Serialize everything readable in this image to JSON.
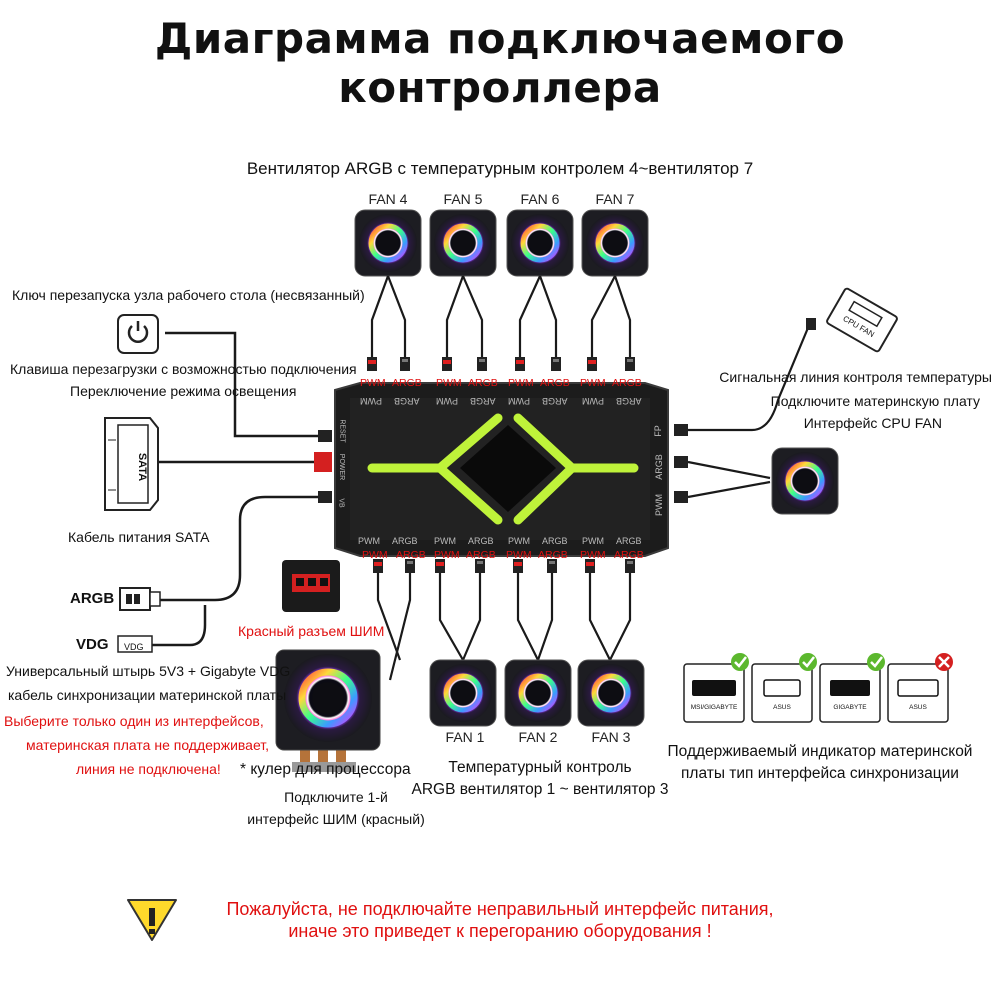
{
  "title": "Диаграмма подключаемого контроллера",
  "top_group": {
    "label": "Вентилятор ARGB с температурным контролем 4~вентилятор 7",
    "fans": [
      "FAN 4",
      "FAN 5",
      "FAN 6",
      "FAN 7"
    ]
  },
  "bottom_group": {
    "label_line1": "Температурный контроль",
    "label_line2": "ARGB вентилятор 1 ~ вентилятор 3",
    "fans": [
      "FAN 1",
      "FAN 2",
      "FAN 3"
    ]
  },
  "port_labels": {
    "pwm": "PWM",
    "argb": "ARGB"
  },
  "hub": {
    "top_ports": [
      "PWM",
      "ARGB",
      "PWM",
      "ARGB",
      "PWM",
      "ARGB",
      "PWM",
      "ARGB"
    ],
    "bottom_ports": [
      "PWM",
      "ARGB",
      "PWM",
      "ARGB",
      "PWM",
      "ARGB",
      "PWM",
      "ARGB"
    ],
    "side_left": [
      "RESET",
      "POWER",
      "VB"
    ],
    "side_right": [
      "FP",
      "ARGB",
      "PWM"
    ]
  },
  "left_notes": {
    "reset_key": "Ключ перезапуска узла рабочего стола (несвязанный)",
    "reset_button_line1": "Клавиша перезагрузки с возможностью подключения",
    "reset_button_line2": "Переключение режима освещения",
    "sata_connector": "SATA",
    "sata_cable": "Кабель питания SATA",
    "argb_label": "ARGB",
    "vdg_label": "VDG",
    "vdg_plug": "VDG",
    "sync_line1": "Универсальный штырь 5V3 + Gigabyte VDG",
    "sync_line2": "кабель синхронизации материнской платы",
    "note_red_1": "Выберите только один из интерфейсов,",
    "note_red_2": "материнская плата не поддерживает,",
    "note_red_3": "линия не подключена!",
    "pwm_red": "Красный разъем ШИМ"
  },
  "cpu_cooler": {
    "title": "* кулер для процессора",
    "line1": "Подключите 1-й",
    "line2": "интерфейс ШИМ (красный)"
  },
  "right_notes": {
    "cpu_fan_plug": "CPU FAN",
    "line1": "Сигнальная линия контроля температуры",
    "line2": "Подключите материнскую плату",
    "line3": "Интерфейс CPU FAN"
  },
  "sync_boards": {
    "items": [
      {
        "name": "MSI/GIGABYTE",
        "status": "ok"
      },
      {
        "name": "ASUS",
        "status": "ok"
      },
      {
        "name": "GIGABYTE",
        "status": "ok"
      },
      {
        "name": "ASUS",
        "status": "no"
      }
    ],
    "caption_line1": "Поддерживаемый индикатор материнской",
    "caption_line2": "платы тип интерфейса синхронизации"
  },
  "warning": {
    "line1": "Пожалуйста, не подключайте неправильный интерфейс питания,",
    "line2": "иначе это приведет к перегоранию оборудования !"
  },
  "colors": {
    "accent_red": "#e01010",
    "ok_green": "#5cb82e",
    "no_red": "#d42020",
    "hub_glow": "#c8ff3c",
    "hub_body": "#1c1c1c"
  }
}
